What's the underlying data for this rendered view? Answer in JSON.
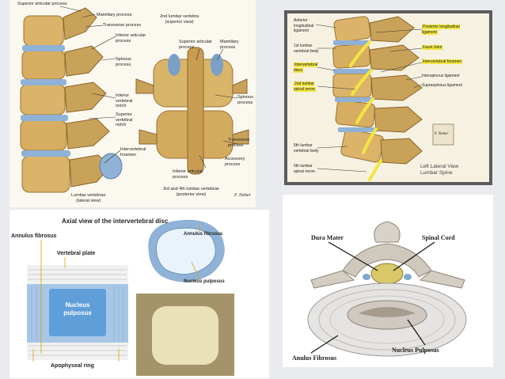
{
  "panel_lumbar_vertebrae": {
    "superior_articular_process_top": "Superior articular process",
    "mamillary_process_left": "Mamillary process",
    "transverse_process_left": "Transverse process",
    "inferior_articular_process_left": "Inferior articular\nprocess",
    "spinous_process_left": "Spinous\nprocess",
    "inferior_vertebral_notch": "Inferior\nvertebral\nnotch",
    "superior_vertebral_notch": "Superior\nvertebral\nnotch",
    "intervertebral_foramen": "Intervertebral\nforamen",
    "caption_lumbar": "Lumbar vertebrae\n(lateral view)",
    "title_2nd": "2nd lumbar vertebra\n(superior view)",
    "superior_articular_process_right": "Superior articular\nprocess",
    "mamillary_process_right": "Mamillary\nprocess",
    "spinous_process_right": "Spinous\nprocess",
    "transverse_process_right": "Transverse\nprocess",
    "accessory_process": "Accessory\nprocess",
    "inferior_articular_process_right": "Inferior articular\nprocess",
    "caption_3rd4th": "3rd and 4th lumbar vertebrae\n(posterior view)",
    "signature": "F. Netter"
  },
  "panel_lateral_spine": {
    "anterior_longitudinal_ligament": "Anterior\nlongitudinal\nligament",
    "first_lumbar_vertebral_body": "1st lumbar\nvertebral body",
    "intervertebral_discs": "Intervertebral\ndiscs",
    "second_lumbar_spinal_nerve": "2nd lumbar\nspinal nerve",
    "fifth_lumbar_vertebral_body": "5th lumbar\nvertebral body",
    "fifth_lumbar_spinal_nerve": "5th lumbar\nspinal nerve",
    "posterior_longitudinal_ligament": "Posterior longitudinal\nligament",
    "facet_joint": "Facet Joint",
    "intervertebral_foramen": "Intervertebral foramen",
    "interspinous_ligament": "Interspinous ligament",
    "supraspinous_ligament": "Supraspinous ligament",
    "view_title": "Left Lateral View\nLumbar Spine",
    "signature": "F. Netter"
  },
  "panel_axial_disc": {
    "title": "Axial view of the intervertebral disc",
    "annulus_fibrosus_left": "Annulus fibrosus",
    "vertebral_plate": "Vertebral plate",
    "nucleus_pulposus_center": "Nucleus\npulposus",
    "apophyseal_ring": "Apophyseal ring",
    "annulus_fibrosus_right": "Annulus fibrosus",
    "nucleus_pulposus_right": "Nucleus pulposus"
  },
  "panel_cross_section": {
    "dura_mater": "Dura Mater",
    "spinal_cord": "Spinal Cord",
    "anulus_fibrosus": "Anulus Fibrosus",
    "nucleus_pulposus": "Nucleus Pulposus"
  },
  "colors": {
    "bone": "#d9b56a",
    "bone_dark": "#9b7232",
    "disc_blue": "#8fb2d6",
    "nerve_yellow": "#f2e641",
    "highlight": "#f2e641"
  }
}
